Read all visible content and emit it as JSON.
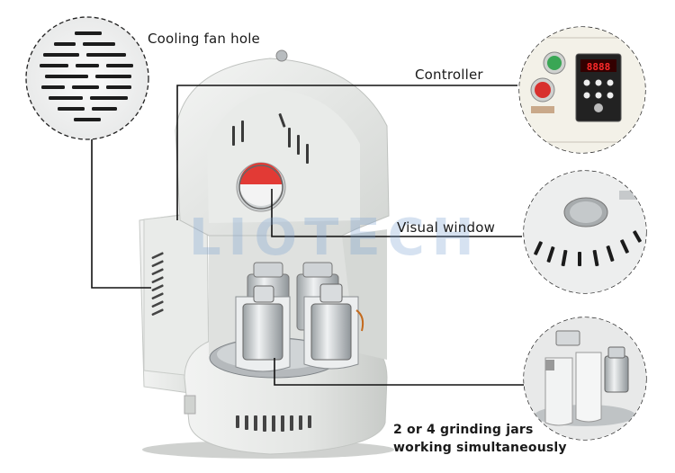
{
  "callouts": {
    "cooling_fan_hole": "Cooling fan hole",
    "controller": "Controller",
    "visual_window": "Visual window",
    "grinding_jars_line1": "2 or 4 grinding jars",
    "grinding_jars_line2": "working simultaneously"
  },
  "watermark": "LIOTECH",
  "controller_panel": {
    "display": "8888"
  },
  "colors": {
    "body": "#e6e8e6",
    "outline": "#111111",
    "green_button": "#3aa655",
    "red_button": "#d8302e",
    "display_red": "#ff2a2a",
    "watermark": "#7aa0d2"
  }
}
